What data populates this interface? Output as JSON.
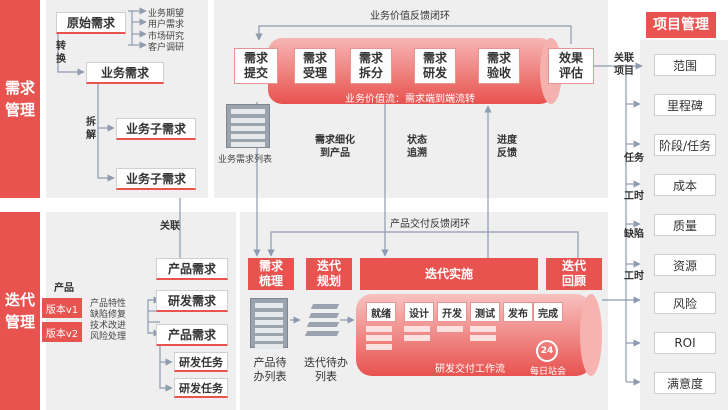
{
  "sections": {
    "demand_mgmt": "需求\n管理",
    "iteration_mgmt": "迭代\n管理",
    "project_mgmt": "项目管理"
  },
  "demand": {
    "raw": "原始需求",
    "sources": [
      "业务期望",
      "用户需求",
      "市场研究",
      "客户调研"
    ],
    "convert": "转\n换",
    "business": "业务需求",
    "split": "拆\n解",
    "sub1": "业务子需求",
    "sub2": "业务子需求",
    "link": "关联",
    "list_label": "业务需求列表"
  },
  "value_loop": {
    "title": "业务价值反馈闭环",
    "steps": [
      "需求\n提交",
      "需求\n受理",
      "需求\n拆分",
      "需求\n研发",
      "需求\n验收",
      "效果\n评估"
    ],
    "flow": "业务价值流：需求端到端流转",
    "refine": "需求细化\n到产品",
    "status": "状态\n追溯",
    "progress": "进度\n反馈"
  },
  "product_loop": {
    "title": "产品交付反馈闭环",
    "groom": "需求\n梳理",
    "plan": "迭代\n规划",
    "impl": "迭代实施",
    "review": "迭代\n回顾",
    "work_steps": [
      "就绪",
      "设计",
      "开发",
      "测试",
      "发布",
      "完成"
    ],
    "workflow": "研发交付工作流",
    "standup": "每日站会",
    "standup_num": "24",
    "backlog": "产品待\n办列表",
    "iter_backlog": "迭代待办\n列表"
  },
  "iteration": {
    "product": "产品",
    "versions": [
      "版本v1",
      "版本v2"
    ],
    "notes": [
      "产品特性",
      "缺陷修复",
      "技术改进",
      "风险处理"
    ],
    "items": [
      "产品需求",
      "研发需求",
      "产品需求"
    ],
    "tasks": [
      "研发任务",
      "研发任务"
    ]
  },
  "project": {
    "link_project": "关联\n项目",
    "items": [
      "范围",
      "里程碑",
      "阶段/任务",
      "成本",
      "质量",
      "资源",
      "风险",
      "ROI",
      "满意度"
    ],
    "tags": [
      "任务",
      "工时",
      "缺陷",
      "工时"
    ]
  },
  "colors": {
    "accent": "#e8524f",
    "panel": "#efefef",
    "line": "#8e9bb0"
  }
}
